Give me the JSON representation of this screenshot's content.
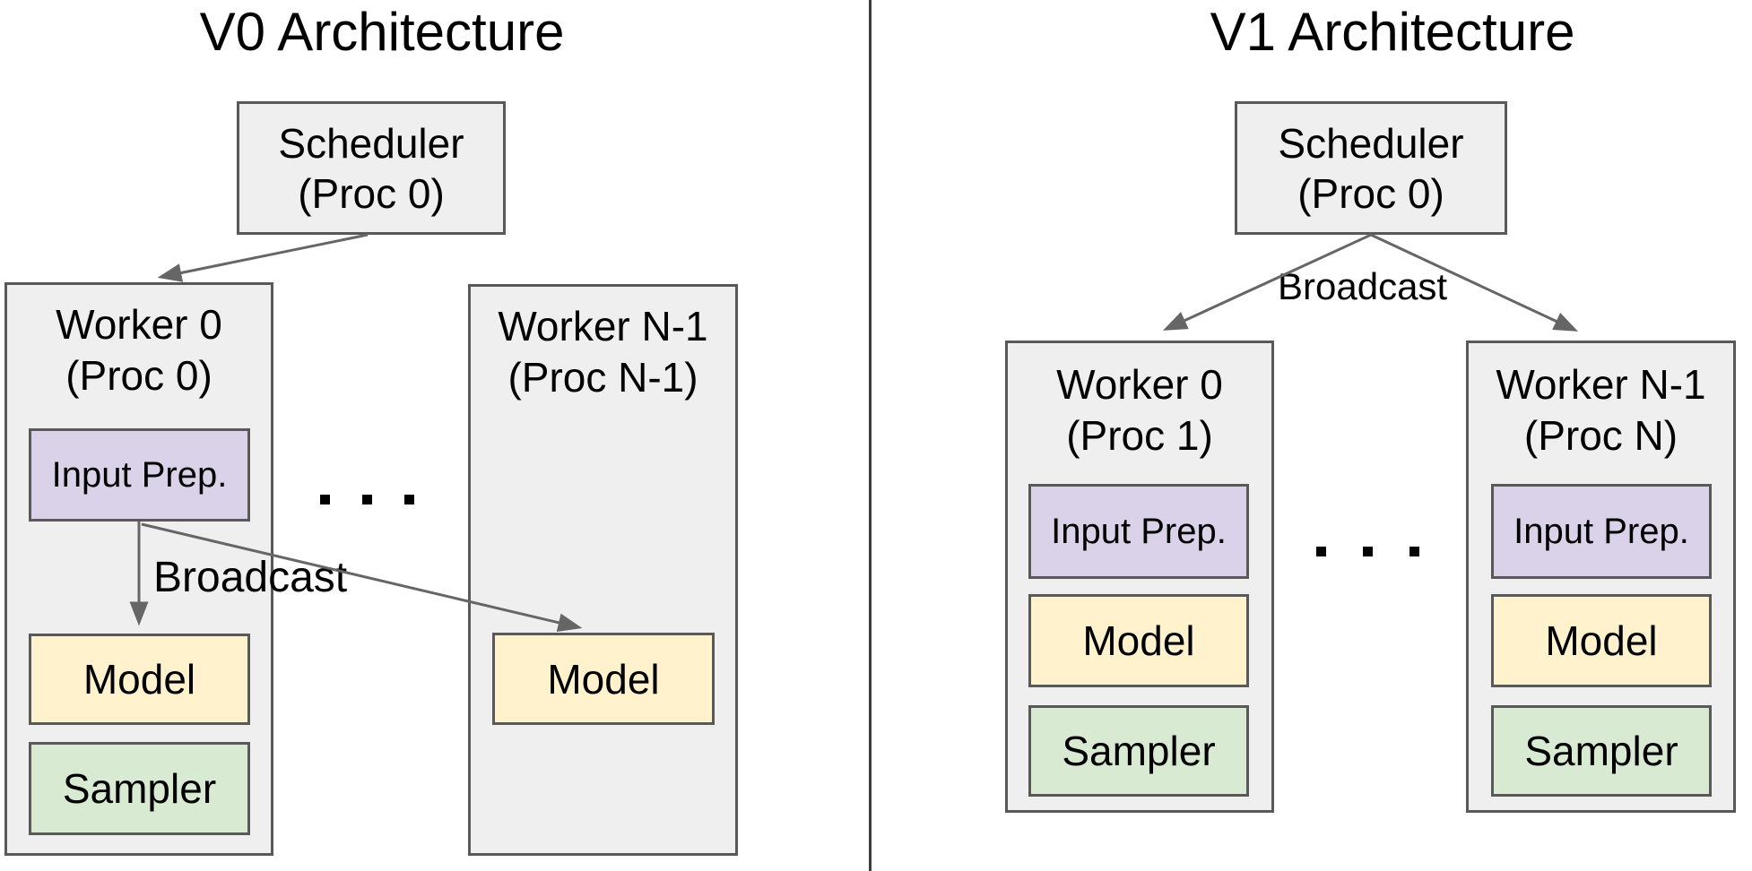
{
  "colors": {
    "bg": "#ffffff",
    "text": "#000000",
    "gray": "#efefef",
    "purple": "#d9d2e9",
    "yellow": "#fff2cc",
    "green": "#d9ead3",
    "border": "#595959",
    "arrow": "#666666",
    "divider": "#3d3d3d"
  },
  "v0": {
    "title": "V0 Architecture",
    "scheduler": {
      "line1": "Scheduler",
      "line2": "(Proc 0)"
    },
    "broadcast": "Broadcast",
    "ellipsis": ". . .",
    "worker0": {
      "line1": "Worker 0",
      "line2": "(Proc 0)",
      "blocks": {
        "input_prep": "Input Prep.",
        "model": "Model",
        "sampler": "Sampler"
      }
    },
    "workerN": {
      "line1": "Worker N-1",
      "line2": "(Proc N-1)",
      "blocks": {
        "model": "Model"
      }
    }
  },
  "v1": {
    "title": "V1 Architecture",
    "scheduler": {
      "line1": "Scheduler",
      "line2": "(Proc 0)"
    },
    "broadcast": "Broadcast",
    "ellipsis": ". . .",
    "worker0": {
      "line1": "Worker 0",
      "line2": "(Proc 1)",
      "blocks": {
        "input_prep": "Input Prep.",
        "model": "Model",
        "sampler": "Sampler"
      }
    },
    "workerN": {
      "line1": "Worker N-1",
      "line2": "(Proc N)",
      "blocks": {
        "input_prep": "Input Prep.",
        "model": "Model",
        "sampler": "Sampler"
      }
    }
  }
}
